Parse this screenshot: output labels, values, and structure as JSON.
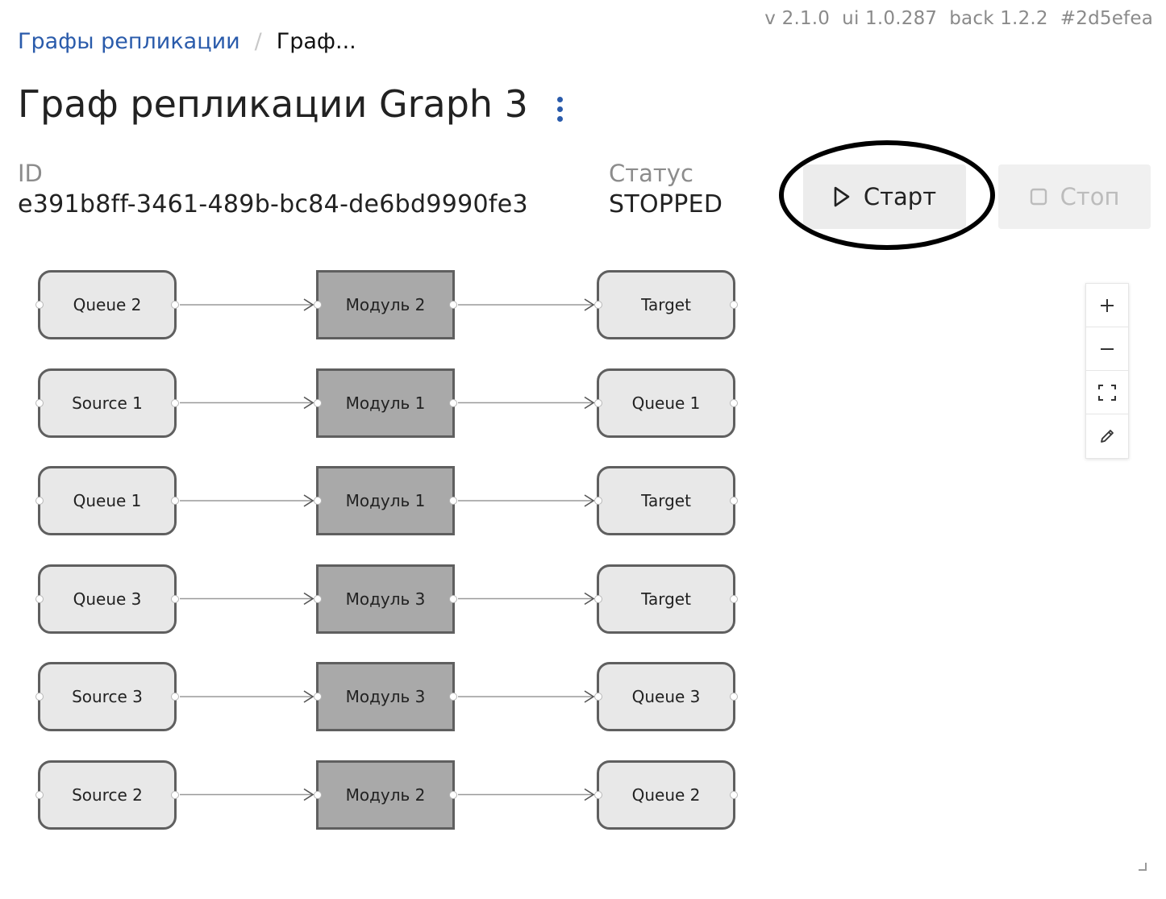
{
  "version_text": "v 2.1.0  ui 1.0.287  back 1.2.2  #2d5efea",
  "breadcrumb": {
    "parent": "Графы репликации",
    "separator": "/",
    "current": "Граф..."
  },
  "page": {
    "title": "Граф репликации Graph 3",
    "menu_icon": "more-vertical-icon"
  },
  "fields": {
    "id_label": "ID",
    "id_value": "e391b8ff-3461-489b-bc84-de6bd9990fe3",
    "status_label": "Статус",
    "status_value": "STOPPED"
  },
  "actions": {
    "start_label": "Старт",
    "start_icon": "play-icon",
    "stop_label": "Стоп",
    "stop_icon": "stop-icon"
  },
  "graph": {
    "rows": [
      {
        "source": "Queue 2",
        "module": "Модуль 2",
        "target": "Target"
      },
      {
        "source": "Source 1",
        "module": "Модуль 1",
        "target": "Queue 1"
      },
      {
        "source": "Queue 1",
        "module": "Модуль 1",
        "target": "Target"
      },
      {
        "source": "Queue 3",
        "module": "Модуль 3",
        "target": "Target"
      },
      {
        "source": "Source 3",
        "module": "Модуль 3",
        "target": "Queue 3"
      },
      {
        "source": "Source 2",
        "module": "Модуль 2",
        "target": "Queue 2"
      }
    ]
  },
  "zoom_controls": {
    "zoom_in_icon": "plus-icon",
    "zoom_out_icon": "minus-icon",
    "fit_icon": "fit-view-icon",
    "edit_icon": "pencil-icon"
  },
  "colors": {
    "link": "#2a5bab",
    "node_fill": "#e8e8e8",
    "module_fill": "#a9a9a9",
    "node_border": "#5f5f5f",
    "annotation": "#000000"
  }
}
